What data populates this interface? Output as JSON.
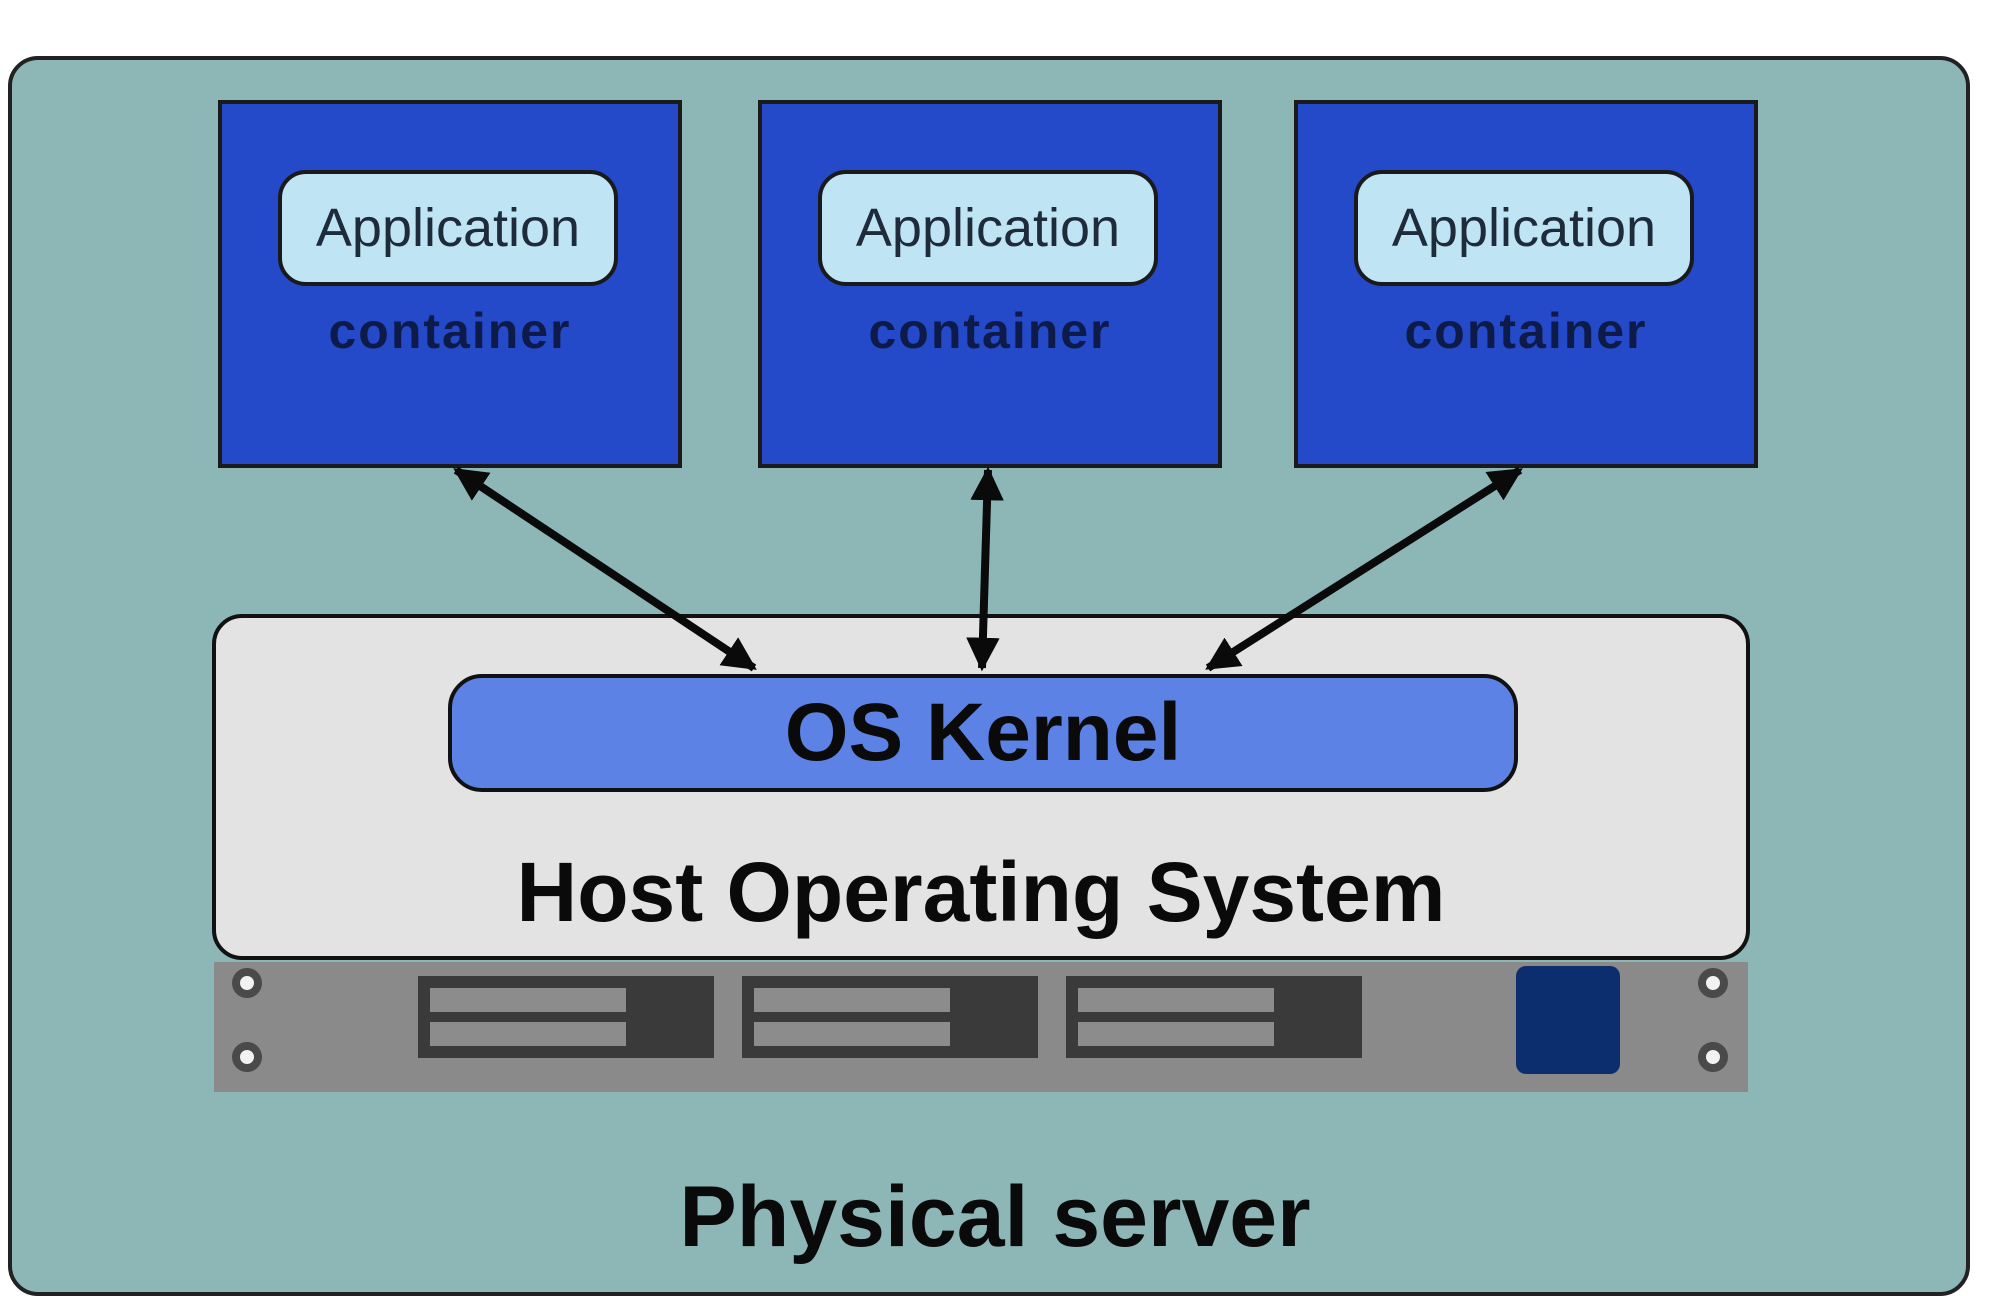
{
  "containers": [
    {
      "app_label": "Application",
      "container_label": "container"
    },
    {
      "app_label": "Application",
      "container_label": "container"
    },
    {
      "app_label": "Application",
      "container_label": "container"
    }
  ],
  "kernel_label": "OS Kernel",
  "host_label": "Host Operating System",
  "server_label": "Physical server",
  "colors": {
    "panel": "#8db7b6",
    "container": "#2449c9",
    "app_pill": "#bfe4f4",
    "kernel": "#5b82e4",
    "host_os": "#e3e3e3",
    "rack": "#8a8a8a"
  }
}
